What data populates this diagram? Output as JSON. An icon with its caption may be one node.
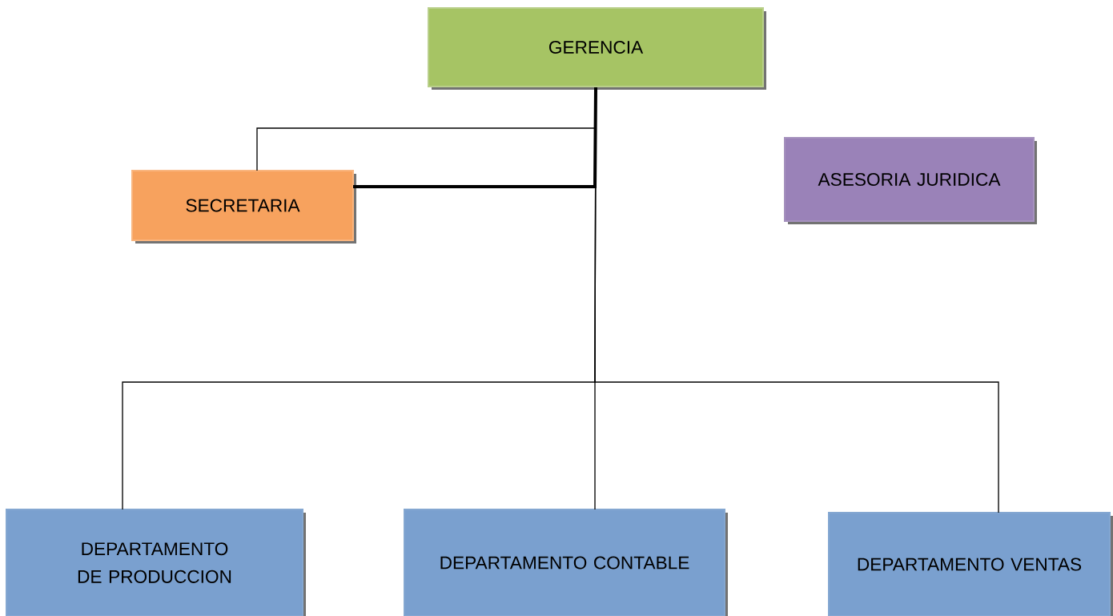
{
  "diagram": {
    "nodes": [
      {
        "text": [
          "GERENCIA"
        ]
      },
      {
        "text": [
          "SECRETARIA"
        ]
      },
      {
        "text": [
          "ASESORIA JURIDICA"
        ]
      },
      {
        "text": [
          "DEPARTAMENTO DE PRODUCCION"
        ]
      },
      {
        "text": [
          "DEPARTAMENTO CONTABLE"
        ]
      },
      {
        "text": [
          "DEPARTAMENTO VENTAS"
        ]
      }
    ],
    "edges": [
      {
        "from": 0,
        "to": 1,
        "arrow": "none"
      },
      {
        "from": 0,
        "to": 1,
        "arrow": "none",
        "style": "thick"
      },
      {
        "from": 0,
        "to": 3,
        "arrow": "none"
      },
      {
        "from": 0,
        "to": 4,
        "arrow": "none"
      },
      {
        "from": 0,
        "to": 5,
        "arrow": "none"
      }
    ]
  }
}
